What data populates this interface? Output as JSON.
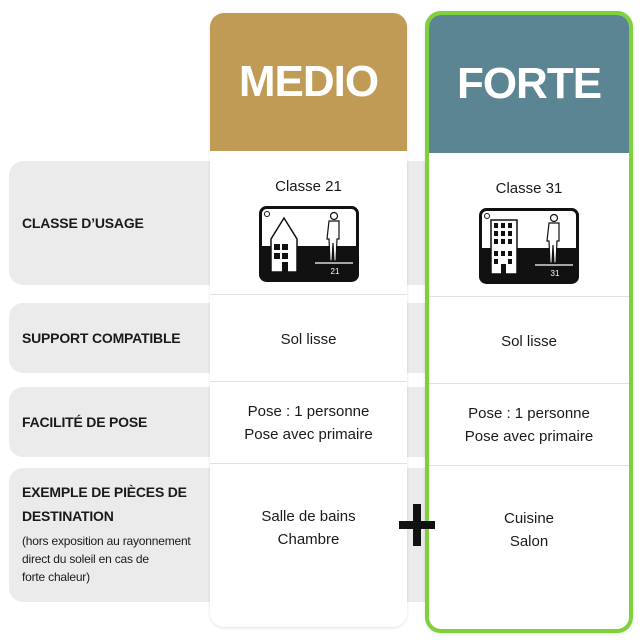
{
  "columns": {
    "medio": {
      "title": "MEDIO",
      "color": "#c09b55",
      "classe": "Classe 21",
      "class_number": "21",
      "support": "Sol lisse",
      "pose_line1": "Pose : 1 personne",
      "pose_line2": "Pose avec primaire",
      "pieces_line1": "Salle de bains",
      "pieces_line2": "Chambre",
      "building_icon": "house-icon"
    },
    "forte": {
      "title": "FORTE",
      "color": "#5b8593",
      "border_color": "#7fd03a",
      "classe": "Classe 31",
      "class_number": "31",
      "support": "Sol lisse",
      "pose_line1": "Pose : 1 personne",
      "pose_line2": "Pose avec primaire",
      "pieces_line1": "Cuisine",
      "pieces_line2": "Salon",
      "building_icon": "office-building-icon"
    }
  },
  "rows": {
    "usage": "CLASSE D’USAGE",
    "support": "SUPPORT COMPATIBLE",
    "pose": "FACILITÉ DE POSE",
    "pieces_line1": "EXEMPLE DE PIÈCES DE",
    "pieces_line2": "DESTINATION",
    "pieces_note_line1": "(hors exposition au rayonnement",
    "pieces_note_line2": "direct du soleil en cas de",
    "pieces_note_line3": "forte chaleur)"
  }
}
